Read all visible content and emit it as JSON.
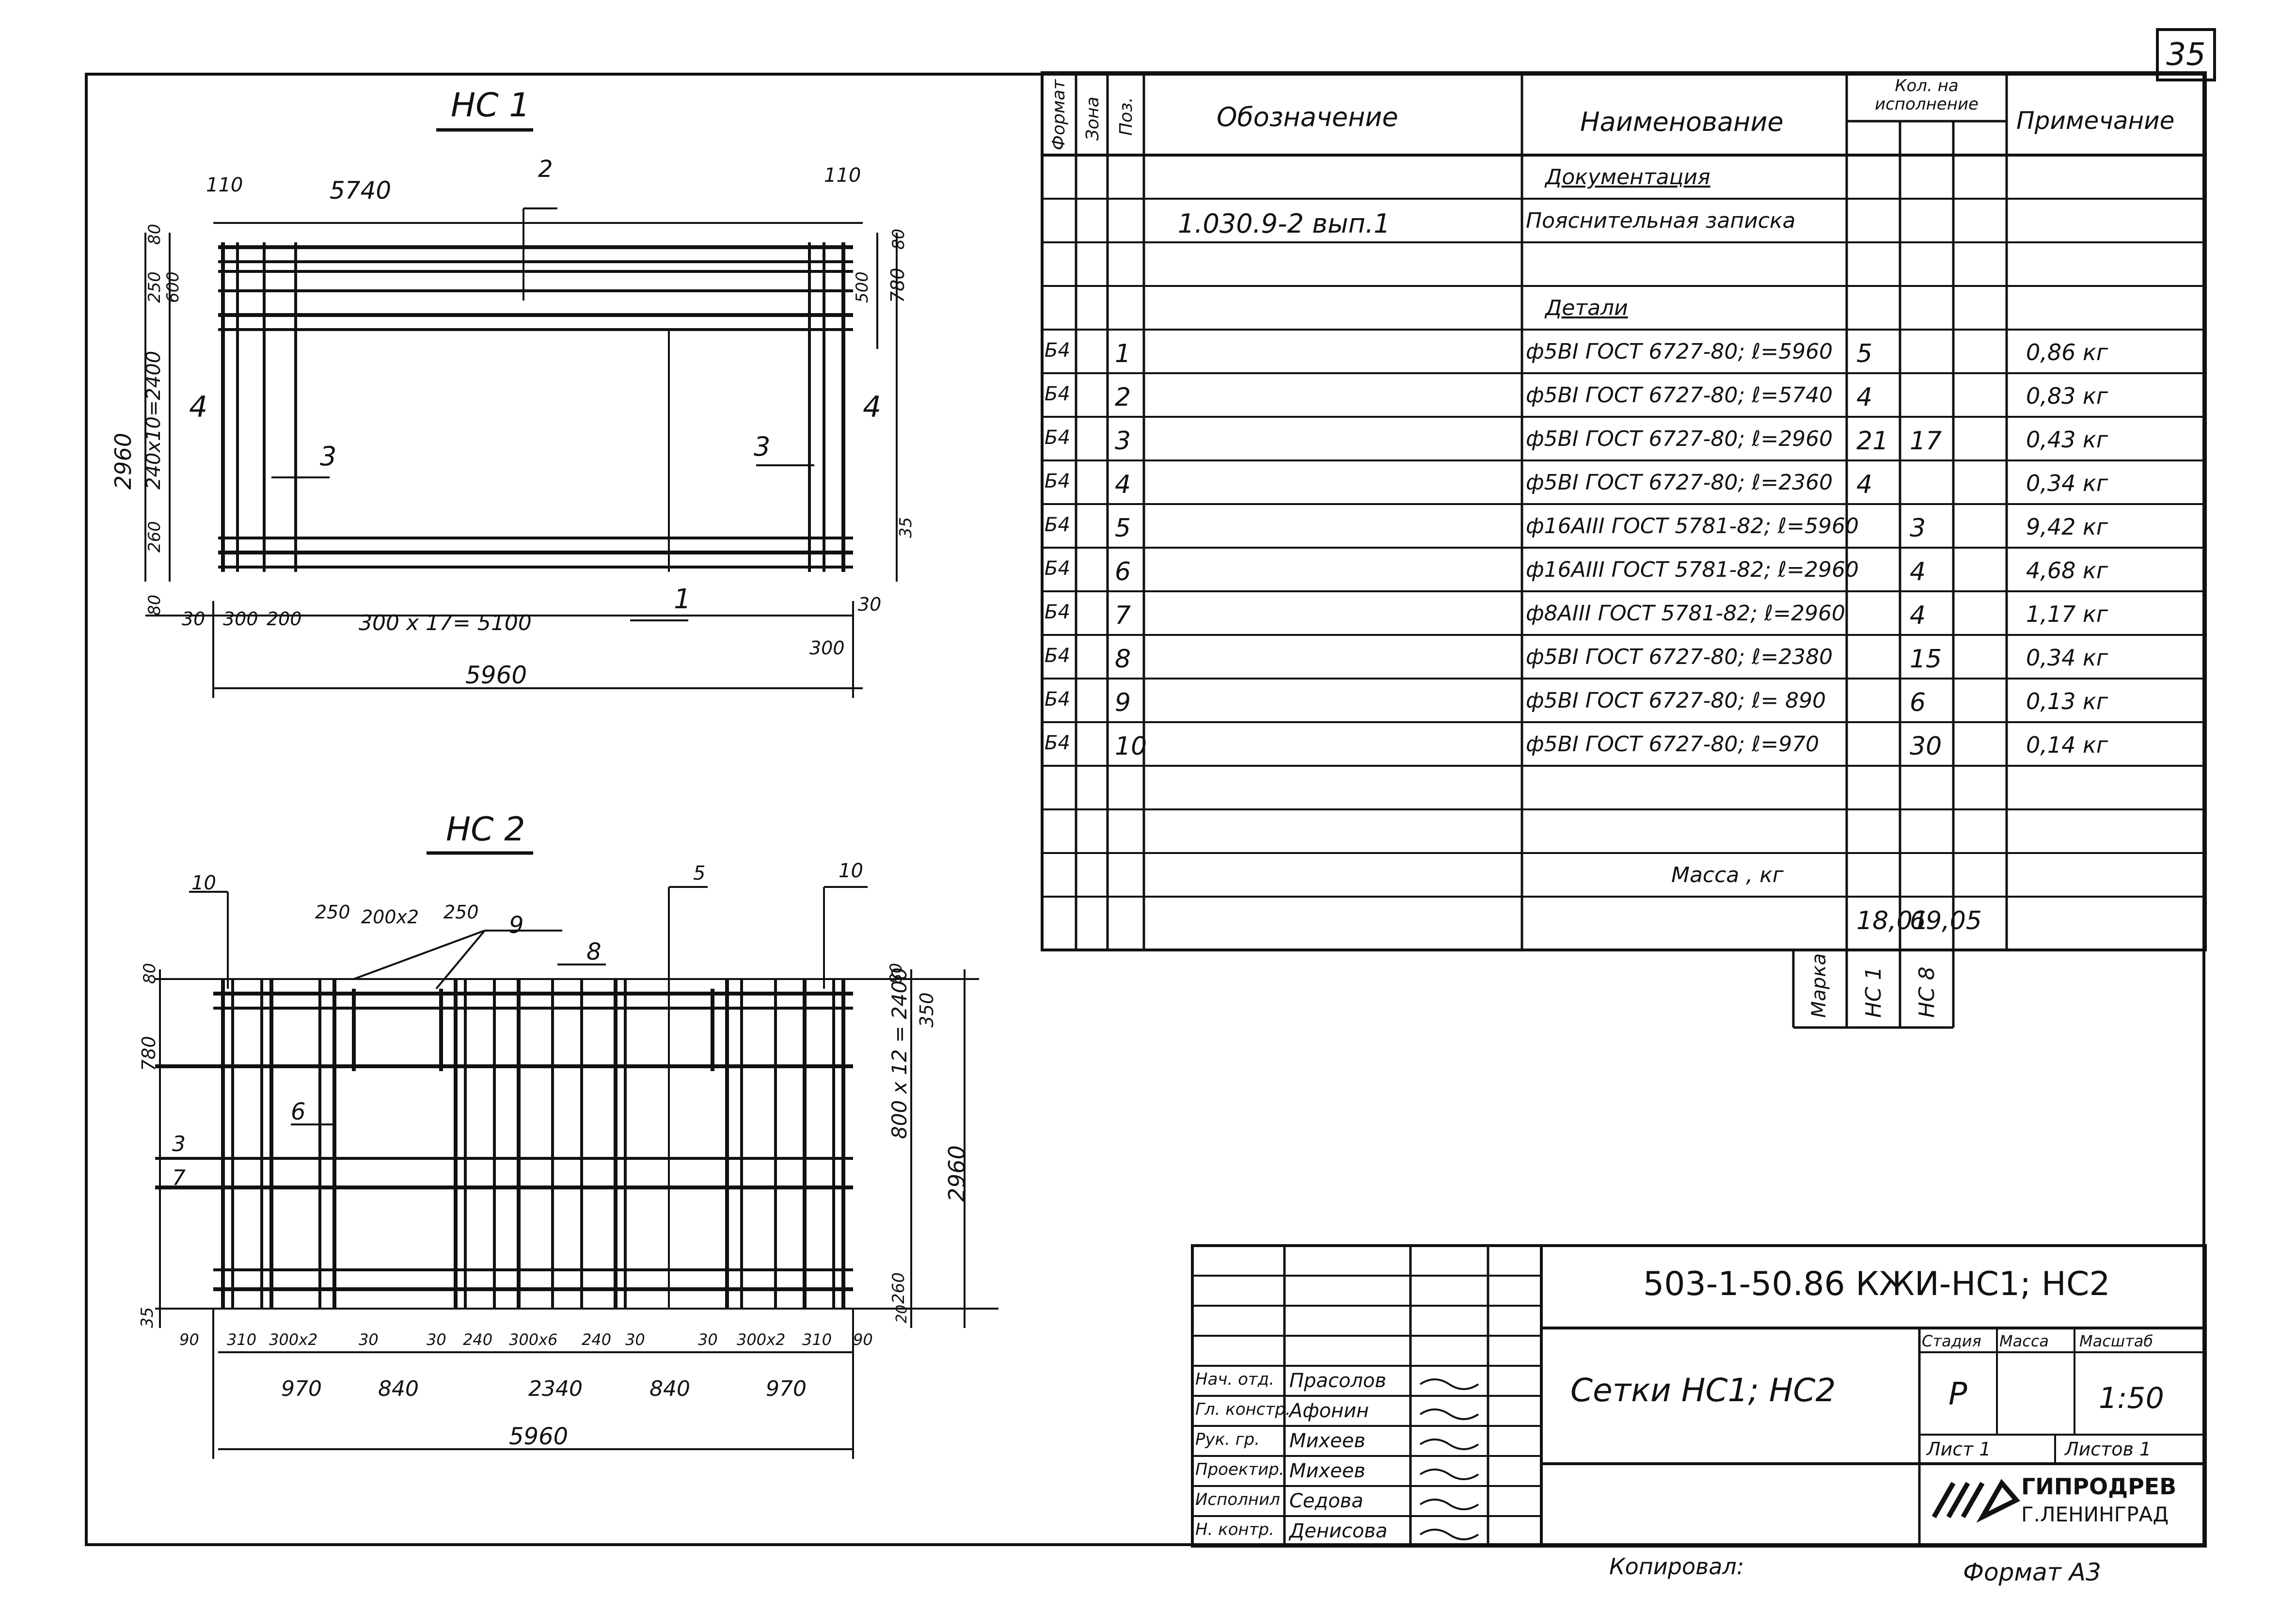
{
  "sheet_number": "35",
  "views": {
    "nc1": {
      "title": "НС 1",
      "labels": [
        "110",
        "5740",
        "2",
        "110",
        "80",
        "250",
        "600",
        "2960",
        "240х10=2400",
        "4",
        "3",
        "3",
        "4",
        "260",
        "80",
        "30",
        "300",
        "200",
        "300 х 17= 5100",
        "1",
        "30",
        "300",
        "5960",
        "80",
        "500",
        "780",
        "35"
      ]
    },
    "nc2": {
      "title": "НС 2",
      "labels": [
        "10",
        "250",
        "200х2",
        "250",
        "9",
        "8",
        "5",
        "10",
        "80",
        "780",
        "6",
        "3",
        "7",
        "35",
        "90",
        "310",
        "300х2",
        "30",
        "30",
        "240",
        "300х6",
        "240",
        "30",
        "30",
        "300х2",
        "310",
        "90",
        "970",
        "840",
        "2340",
        "840",
        "970",
        "5960",
        "80",
        "350",
        "800 х 12 = 2400",
        "2960",
        "260",
        "20"
      ]
    }
  },
  "spec": {
    "headers": {
      "format": "Формат",
      "zone": "Зона",
      "pos": "Поз.",
      "designation": "Обозначение",
      "name": "Наименование",
      "qty_group": "Кол. на исполнение",
      "note": "Примечание"
    },
    "rows": [
      {
        "format": "",
        "pos": "",
        "designation": "",
        "name": "Документация",
        "q1": "",
        "q2": "",
        "note": ""
      },
      {
        "format": "",
        "pos": "",
        "designation": "1.030.9-2 вып.1",
        "name": "Пояснительная записка",
        "q1": "",
        "q2": "",
        "note": ""
      },
      {
        "format": "",
        "pos": "",
        "designation": "",
        "name": "",
        "q1": "",
        "q2": "",
        "note": ""
      },
      {
        "format": "",
        "pos": "",
        "designation": "",
        "name": "Детали",
        "q1": "",
        "q2": "",
        "note": ""
      },
      {
        "format": "Б4",
        "pos": "1",
        "designation": "",
        "name": "ф5ВI ГОСТ 6727-80; ℓ=5960",
        "q1": "5",
        "q2": "",
        "note": "0,86 кг"
      },
      {
        "format": "Б4",
        "pos": "2",
        "designation": "",
        "name": "ф5ВI ГОСТ 6727-80; ℓ=5740",
        "q1": "4",
        "q2": "",
        "note": "0,83 кг"
      },
      {
        "format": "Б4",
        "pos": "3",
        "designation": "",
        "name": "ф5ВI ГОСТ 6727-80; ℓ=2960",
        "q1": "21",
        "q2": "17",
        "note": "0,43 кг"
      },
      {
        "format": "Б4",
        "pos": "4",
        "designation": "",
        "name": "ф5ВI ГОСТ 6727-80; ℓ=2360",
        "q1": "4",
        "q2": "",
        "note": "0,34 кг"
      },
      {
        "format": "Б4",
        "pos": "5",
        "designation": "",
        "name": "ф16АIII ГОСТ 5781-82; ℓ=5960",
        "q1": "",
        "q2": "3",
        "note": "9,42 кг"
      },
      {
        "format": "Б4",
        "pos": "6",
        "designation": "",
        "name": "ф16АIII ГОСТ 5781-82; ℓ=2960",
        "q1": "",
        "q2": "4",
        "note": "4,68 кг"
      },
      {
        "format": "Б4",
        "pos": "7",
        "designation": "",
        "name": "ф8АIII ГОСТ 5781-82; ℓ=2960",
        "q1": "",
        "q2": "4",
        "note": "1,17 кг"
      },
      {
        "format": "Б4",
        "pos": "8",
        "designation": "",
        "name": "ф5ВI ГОСТ 6727-80; ℓ=2380",
        "q1": "",
        "q2": "15",
        "note": "0,34 кг"
      },
      {
        "format": "Б4",
        "pos": "9",
        "designation": "",
        "name": "ф5ВI ГОСТ 6727-80; ℓ= 890",
        "q1": "",
        "q2": "6",
        "note": "0,13 кг"
      },
      {
        "format": "Б4",
        "pos": "10",
        "designation": "",
        "name": "ф5ВI ГОСТ 6727-80; ℓ=970",
        "q1": "",
        "q2": "30",
        "note": "0,14 кг"
      },
      {
        "format": "",
        "pos": "",
        "designation": "",
        "name": "",
        "q1": "",
        "q2": "",
        "note": ""
      },
      {
        "format": "",
        "pos": "",
        "designation": "",
        "name": "",
        "q1": "",
        "q2": "",
        "note": ""
      },
      {
        "format": "",
        "pos": "",
        "designation": "",
        "name": "Масса , кг",
        "q1": "",
        "q2": "",
        "note": ""
      },
      {
        "format": "",
        "pos": "",
        "designation": "",
        "name": "",
        "q1": "18,01",
        "q2": "69,05",
        "note": ""
      }
    ],
    "marka": {
      "label": "Марка",
      "m1": "НС 1",
      "m2": "НС 8"
    }
  },
  "title_block": {
    "code": "503-1-50.86 КЖИ-НС1; НС2",
    "title": "Сетки НС1; НС2",
    "stage_label": "Стадия",
    "mass_label": "Масса",
    "scale_label": "Масштаб",
    "stage": "Р",
    "mass": "",
    "scale": "1:50",
    "sheet_label": "Лист 1",
    "sheets_label": "Листов 1",
    "org_name": "ГИПРОДРЕВ",
    "org_city": "Г.ЛЕНИНГРАД",
    "people": [
      {
        "role": "Нач. отд.",
        "name": "Прасолов"
      },
      {
        "role": "Гл. констр.",
        "name": "Афонин"
      },
      {
        "role": "Рук. гр.",
        "name": "Михеев"
      },
      {
        "role": "Проектир.",
        "name": "Михеев"
      },
      {
        "role": "Исполнил",
        "name": "Седова"
      },
      {
        "role": "Н. контр.",
        "name": "Денисова"
      }
    ]
  },
  "footer": {
    "copied": "Копировал:",
    "format": "Формат А3"
  }
}
